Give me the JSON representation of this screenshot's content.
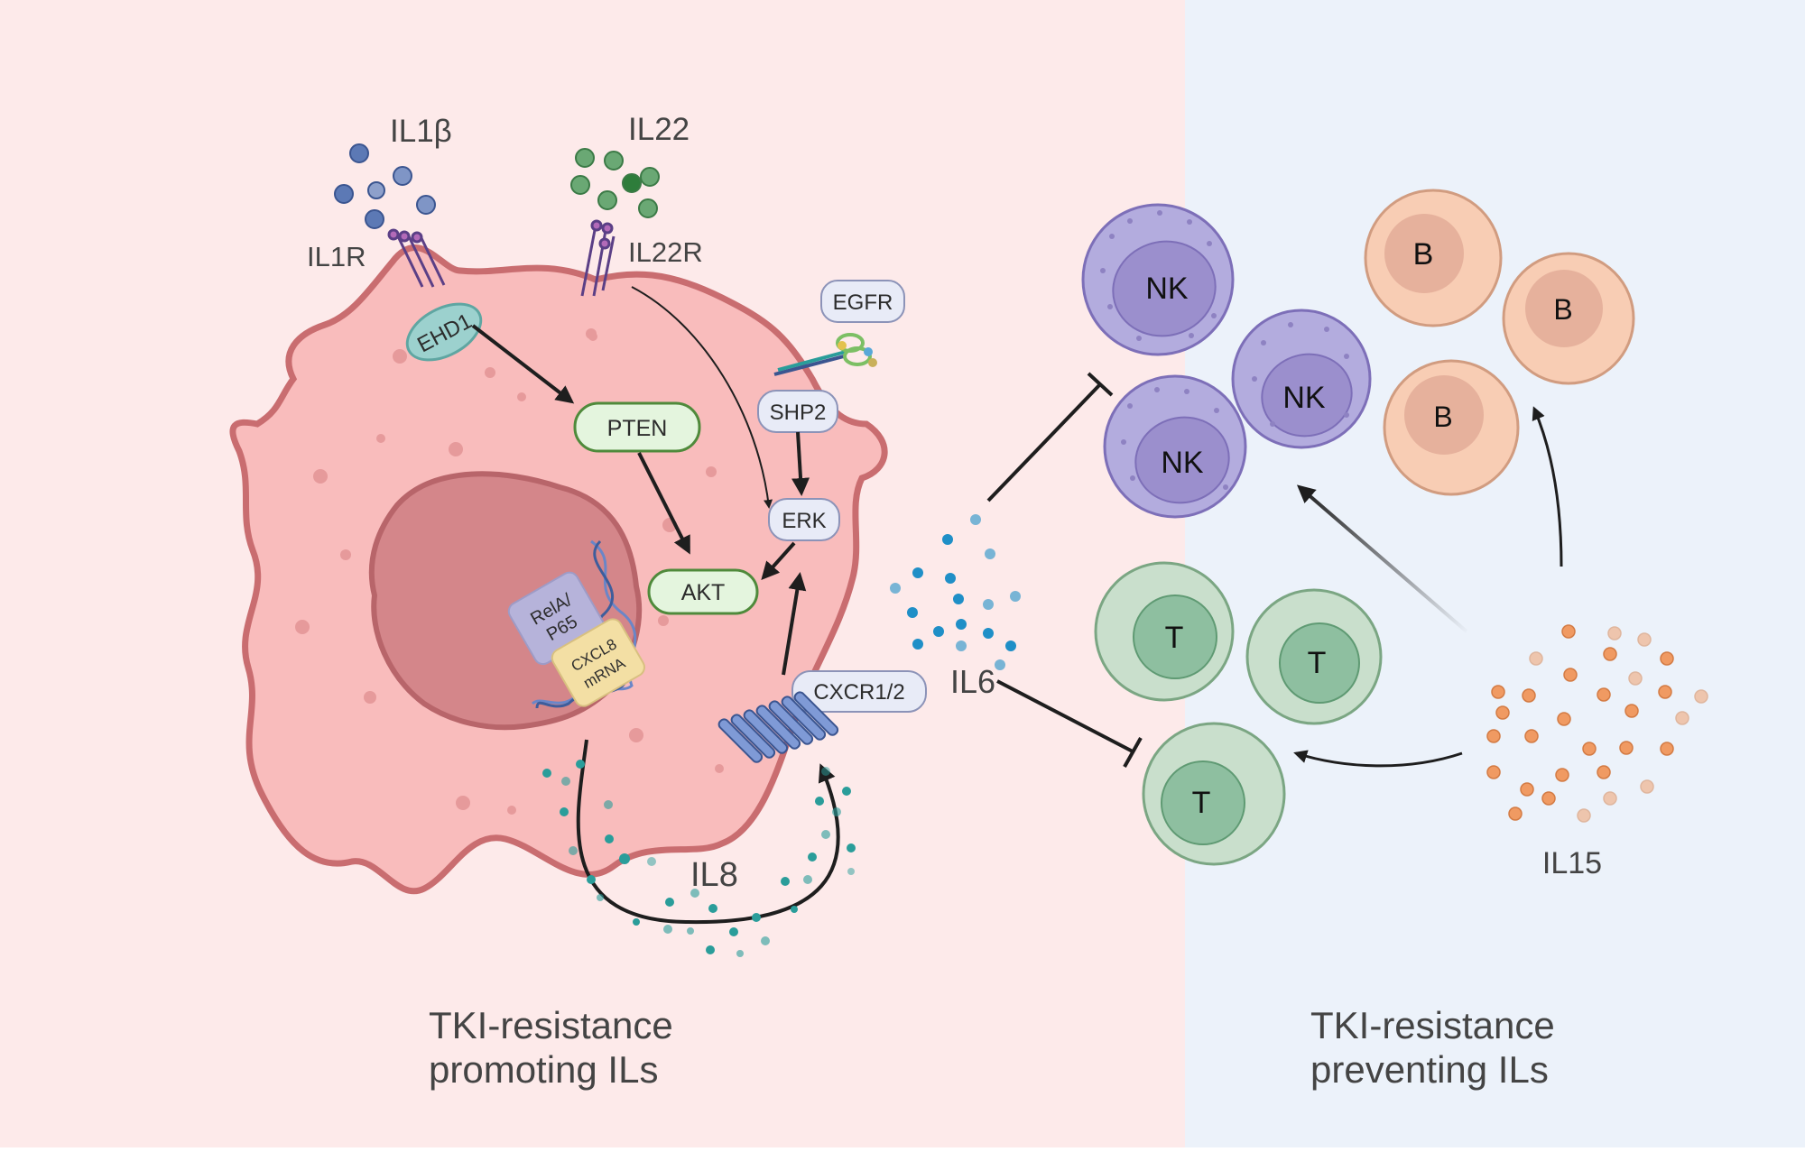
{
  "panels": {
    "left_caption": [
      "TKI-resistance",
      "promoting ILs"
    ],
    "right_caption": [
      "TKI-resistance",
      "preventing ILs"
    ],
    "left_color": "#fdeaea",
    "right_color": "#ecf2fa"
  },
  "cytokines": {
    "il1b": "IL1β",
    "il22": "IL22",
    "il8": "IL8",
    "il6": "IL6",
    "il15": "IL15"
  },
  "receptors": {
    "il1r": "IL1R",
    "il22r": "IL22R",
    "egfr": "EGFR",
    "cxcr": "CXCR1/2"
  },
  "proteins": {
    "ehd1": "EHD1",
    "pten": "PTEN",
    "akt": "AKT",
    "erk": "ERK",
    "shp2": "SHP2",
    "rela": [
      "RelA/",
      "P65"
    ],
    "cxcl8": [
      "CXCL8",
      "mRNA"
    ]
  },
  "cells": {
    "nk": "NK",
    "b": "B",
    "t": "T"
  },
  "colors": {
    "cell_body": "#f9bcbc",
    "cell_outline": "#c96d70",
    "nucleus": "#d4868a",
    "nk_outer": "#b3acde",
    "nk_inner": "#9b8fcd",
    "b_outer": "#f8cdb4",
    "b_inner": "#e6b19c",
    "t_outer": "#c9dfcc",
    "t_inner": "#8ebfa0",
    "il8_dot": "#2a9d9a",
    "il6_dot": "#1f8fc7",
    "il15_dot": "#f09a62",
    "il22_dot": "#4f9a5a",
    "il1b_dot": "#4f6fa8"
  }
}
